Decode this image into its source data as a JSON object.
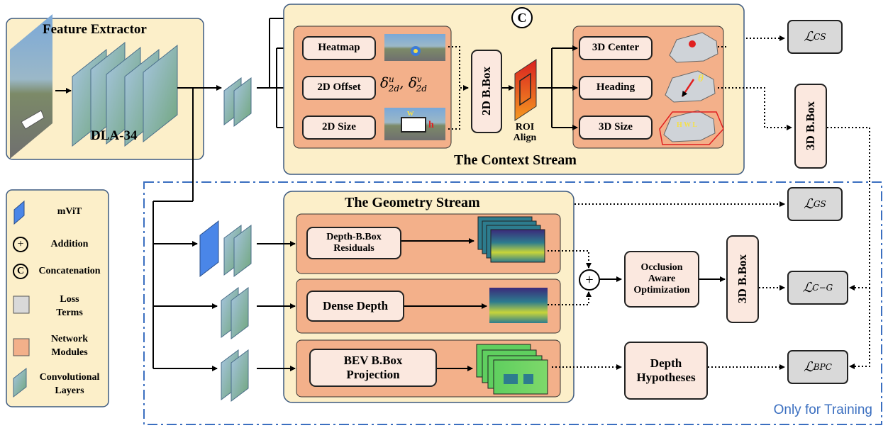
{
  "feature_extractor": {
    "title": "Feature Extractor",
    "backbone": "DLA-34"
  },
  "context_stream": {
    "title": "The Context Stream",
    "concat_symbol": "C",
    "heads_2d": [
      "Heatmap",
      "2D Offset",
      "2D Size"
    ],
    "offset_symbols": "δ2du, δ2dv",
    "offset_sym_u": "u",
    "offset_sym_v": "v",
    "offset_sub": "2d",
    "offset_delta": "δ",
    "size_w": "w",
    "size_h": "h",
    "bbox2d": "2D B.Box",
    "roi_align": "ROI Align",
    "heads_3d": [
      "3D Center",
      "Heading",
      "3D Size"
    ],
    "theta": "θ",
    "size3d_letters": "H  W  L"
  },
  "geometry_stream": {
    "title": "The Geometry Stream",
    "modules": [
      "Depth-B.Box Residuals",
      "Dense Depth",
      "BEV B.Box Projection"
    ],
    "module_lines": [
      [
        "Depth-B.Box",
        "Residuals"
      ],
      [
        "Dense Depth"
      ],
      [
        "BEV B.Box",
        "Projection"
      ]
    ]
  },
  "fusion": {
    "addition_symbol": "+",
    "occlusion": [
      "Occlusion",
      "Aware",
      "Optimization"
    ],
    "bbox3d_center": "3D B.Box",
    "depth_hypotheses": [
      "Depth",
      "Hypotheses"
    ]
  },
  "bbox3d_right": "3D B.Box",
  "losses": {
    "cs": {
      "main": "ℒ",
      "sub": "CS"
    },
    "gs": {
      "main": "ℒ",
      "sub": "GS"
    },
    "cg": {
      "main": "ℒ",
      "sub": "C−G"
    },
    "bpc": {
      "main": "ℒ",
      "sub": "BPC"
    }
  },
  "legend": {
    "items": [
      {
        "label": "mViT",
        "color": "#4a86e8"
      },
      {
        "label": "Addition",
        "symbol": "+"
      },
      {
        "label": "Concatenation",
        "symbol": "C"
      },
      {
        "label": "Loss Terms",
        "color": "#d9d9d9"
      },
      {
        "label": "Network Modules",
        "color": "#f4b183"
      },
      {
        "label": "Convolutional Layers",
        "color": "#8fbc8f"
      }
    ],
    "lines": [
      [
        "mViT"
      ],
      [
        "Addition"
      ],
      [
        "Concatenation"
      ],
      [
        "Loss",
        "Terms"
      ],
      [
        "Network",
        "Modules"
      ],
      [
        "Convolutional",
        "Layers"
      ]
    ]
  },
  "training_note": "Only for Training",
  "colors": {
    "feature_bg": "#fcefc9",
    "context_bg": "#fcefc9",
    "module_bg": "#f3b08a",
    "box_bg": "#fbe8df",
    "loss_bg": "#d9d9d9",
    "dash_blue": "#3b6fc0",
    "conv_green": "#7fae8c",
    "conv_blue": "#a9c4e0",
    "mvit_blue": "#4a86e8"
  }
}
